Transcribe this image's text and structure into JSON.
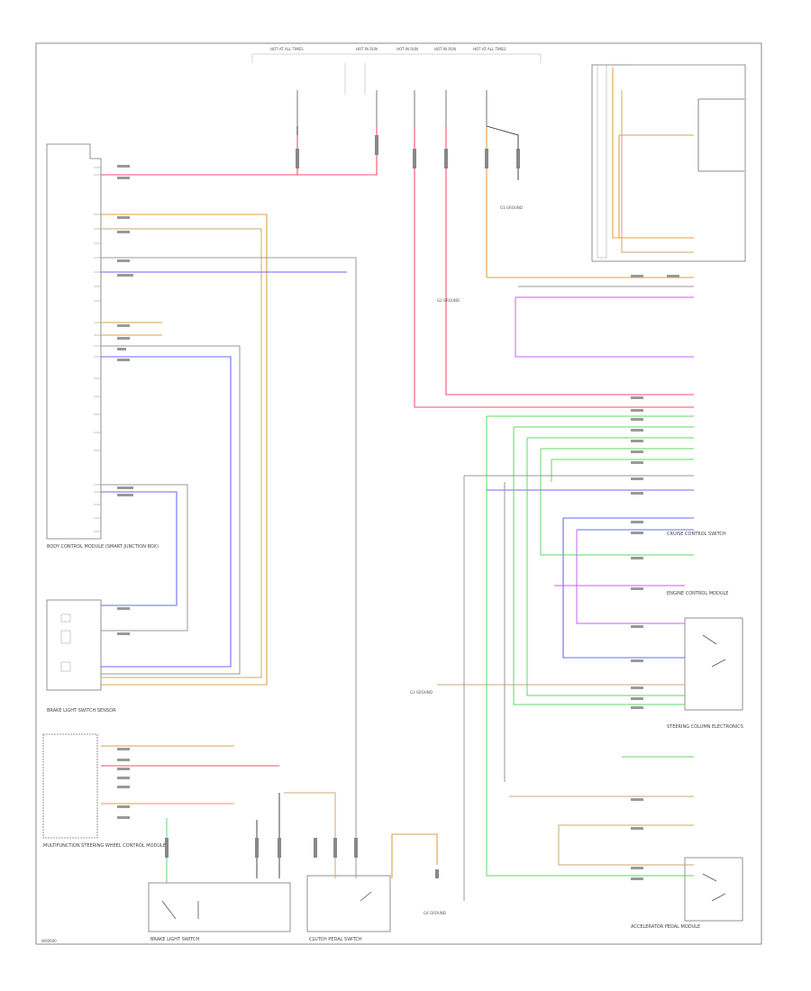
{
  "diagram": {
    "footer_code": "W00000",
    "modules": [
      {
        "id": "m1",
        "label": "BODY CONTROL MODULE (SMART JUNCTION BOX)"
      },
      {
        "id": "m2",
        "label": "BRAKE LIGHT SWITCH SENSOR"
      },
      {
        "id": "m3",
        "label": "MULTIFUNCTION STEERING WHEEL CONTROL MODULE"
      },
      {
        "id": "m4",
        "label": "BRAKE LIGHT SWITCH"
      },
      {
        "id": "m5",
        "label": "CLUTCH PEDAL SWITCH"
      },
      {
        "id": "m6",
        "label": "CRUISE CONTROL SWITCH"
      },
      {
        "id": "m7",
        "label": "ENGINE CONTROL MODULE"
      },
      {
        "id": "m8",
        "label": "STEERING COLUMN ELECTRONICS"
      },
      {
        "id": "m9",
        "label": "ACCELERATOR PEDAL MODULE"
      }
    ],
    "fuse_labels": [
      "HOT AT ALL TIMES",
      "HOT IN RUN",
      "HOT IN RUN",
      "HOT IN RUN",
      "HOT AT ALL TIMES"
    ],
    "ground_labels": [
      "G1 GROUND",
      "G2 GROUND",
      "G3 GROUND",
      "G4 GROUND"
    ],
    "wire_colors": {
      "red": "#ff4d6a",
      "orange": "#e0a040",
      "tan": "#c8a870",
      "blue": "#6a6aff",
      "purple": "#c060ff",
      "green": "#60d860",
      "gray": "#9a9a9a",
      "black": "#303030"
    }
  }
}
